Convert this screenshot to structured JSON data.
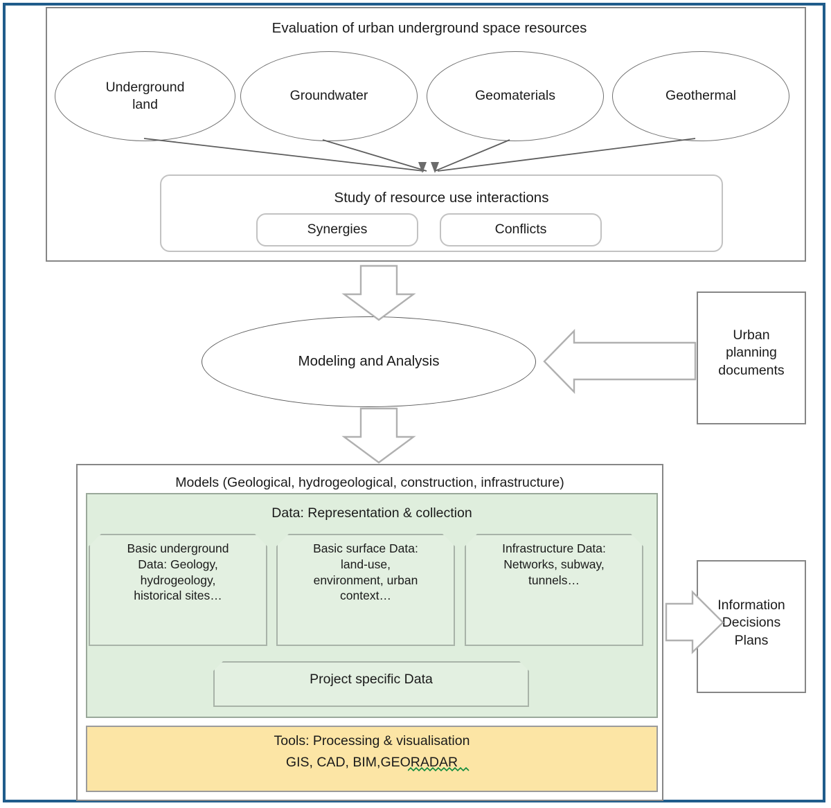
{
  "diagram": {
    "title": "Evaluation of urban underground space resources",
    "frame_color": "#1F5C8B",
    "resources": [
      {
        "label": "Underground\nland"
      },
      {
        "label": "Groundwater"
      },
      {
        "label": "Geomaterials"
      },
      {
        "label": "Geothermal"
      }
    ],
    "interactions": {
      "title": "Study of resource use interactions",
      "items": [
        {
          "label": "Synergies"
        },
        {
          "label": "Conflicts"
        }
      ]
    },
    "modeling": {
      "label": "Modeling and Analysis"
    },
    "urban_planning": {
      "label": "Urban\nplanning\ndocuments"
    },
    "models": {
      "title": "Models (Geological, hydrogeological, construction, infrastructure)",
      "data_panel": {
        "title": "Data: Representation & collection",
        "boxes": [
          {
            "label": "Basic underground\nData: Geology,\nhydrogeology,\nhistorical sites…"
          },
          {
            "label": "Basic surface Data:\nland-use,\nenvironment, urban\ncontext…"
          },
          {
            "label": "Infrastructure Data:\nNetworks, subway,\ntunnels…"
          }
        ],
        "project_box": {
          "label": "Project specific Data"
        }
      },
      "tools": {
        "line1": "Tools: Processing & visualisation",
        "line2_prefix": "GIS, CAD, BIM, ",
        "line2_misspelled": "GEORADAR",
        "spellcheck_color": "#0f8a3c"
      }
    },
    "output": {
      "label": "Information\nDecisions\nPlans"
    },
    "colors": {
      "green_panel": "#dfeedd",
      "green_box": "#e3f0e1",
      "tools_yellow": "#fce5a5",
      "line_gray": "#868686",
      "text": "#1a1a1a"
    },
    "icons": {
      "down_arrow_1": "block-arrow-down-icon",
      "down_arrow_2": "block-arrow-down-icon",
      "left_arrow": "block-arrow-left-icon",
      "right_arrow": "block-arrow-right-icon"
    }
  }
}
